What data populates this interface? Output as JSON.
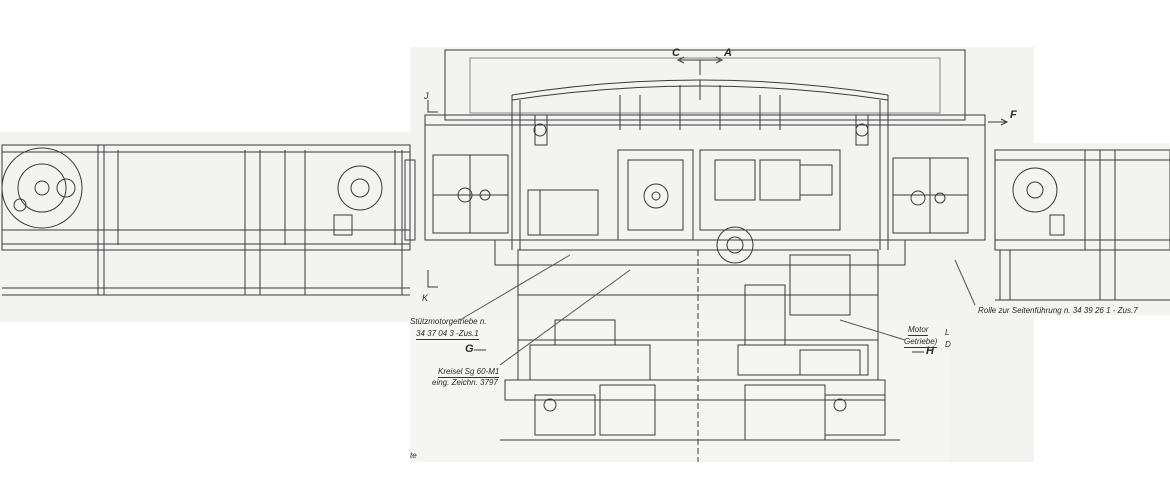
{
  "labels": {
    "section_c": "C",
    "section_a": "A",
    "section_j": "J",
    "section_k": "K",
    "section_f": "F",
    "section_g": "G",
    "section_h": "H",
    "stuetz_title": "Stützmotorgetriebe n.",
    "stuetz_ref": "34 37 04 3 -Zus.1",
    "kreisel_title": "Kreisel Sg 60-M1",
    "kreisel_ref": "eing. Zeichn. 3797",
    "motor": "Motor",
    "getriebe": "Getriebe)",
    "side_l": "L",
    "side_d": "D",
    "rolle": "Rolle zur Seitenführung n. 34 39 26 1 - Zus.7",
    "corner": "te"
  },
  "colors": {
    "paper": "#f4f4f2",
    "line": "#3a3a3a",
    "faint": "#8a8a8a"
  }
}
